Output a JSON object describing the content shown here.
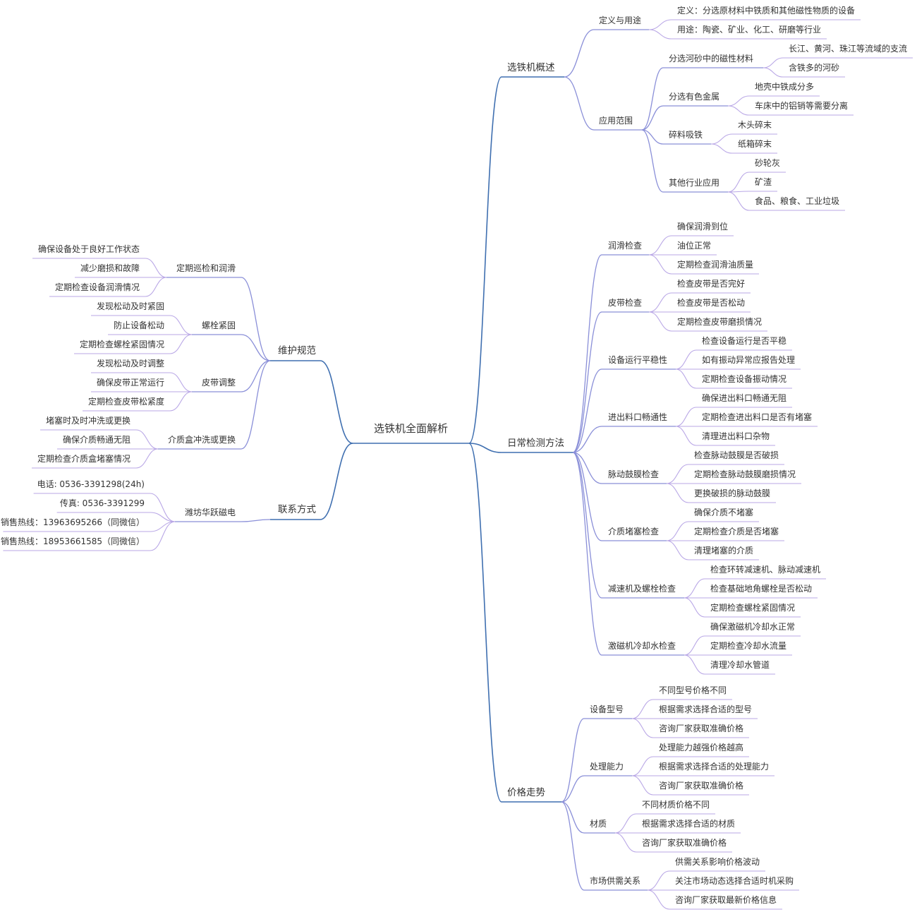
{
  "root": {
    "label": "选铁机全面解析",
    "children": [
      {
        "label": "选铁机概述",
        "children": [
          {
            "label": "定义与用途",
            "children": [
              {
                "label": "定义：分选原材料中铁质和其他磁性物质的设备"
              },
              {
                "label": "用途：陶瓷、矿业、化工、研磨等行业"
              }
            ]
          },
          {
            "label": "应用范围",
            "children": [
              {
                "label": "分选河砂中的磁性材料",
                "children": [
                  {
                    "label": "长江、黄河、珠江等流域的支流"
                  },
                  {
                    "label": "含铁多的河砂"
                  }
                ]
              },
              {
                "label": "分选有色金属",
                "children": [
                  {
                    "label": "地壳中铁成分多"
                  },
                  {
                    "label": "车床中的铝销等需要分离"
                  }
                ]
              },
              {
                "label": "碎料吸铁",
                "children": [
                  {
                    "label": "木头碎末"
                  },
                  {
                    "label": "纸箱碎末"
                  }
                ]
              },
              {
                "label": "其他行业应用",
                "children": [
                  {
                    "label": "砂轮灰"
                  },
                  {
                    "label": "矿渣"
                  },
                  {
                    "label": "食品、粮食、工业垃圾"
                  }
                ]
              }
            ]
          }
        ]
      },
      {
        "label": "日常检测方法",
        "children": [
          {
            "label": "润滑检查",
            "children": [
              {
                "label": "确保润滑到位"
              },
              {
                "label": "油位正常"
              },
              {
                "label": "定期检查润滑油质量"
              }
            ]
          },
          {
            "label": "皮带检查",
            "children": [
              {
                "label": "检查皮带是否完好"
              },
              {
                "label": "检查皮带是否松动"
              },
              {
                "label": "定期检查皮带磨损情况"
              }
            ]
          },
          {
            "label": "设备运行平稳性",
            "children": [
              {
                "label": "检查设备运行是否平稳"
              },
              {
                "label": "如有振动异常应报告处理"
              },
              {
                "label": "定期检查设备振动情况"
              }
            ]
          },
          {
            "label": "进出料口畅通性",
            "children": [
              {
                "label": "确保进出料口畅通无阻"
              },
              {
                "label": "定期检查进出料口是否有堵塞"
              },
              {
                "label": "清理进出料口杂物"
              }
            ]
          },
          {
            "label": "脉动鼓膜检查",
            "children": [
              {
                "label": "检查脉动鼓膜是否破损"
              },
              {
                "label": "定期检查脉动鼓膜磨损情况"
              },
              {
                "label": "更换破损的脉动鼓膜"
              }
            ]
          },
          {
            "label": "介质堵塞检查",
            "children": [
              {
                "label": "确保介质不堵塞"
              },
              {
                "label": "定期检查介质是否堵塞"
              },
              {
                "label": "清理堵塞的介质"
              }
            ]
          },
          {
            "label": "减速机及螺栓检查",
            "children": [
              {
                "label": "检查环转减速机、脉动减速机"
              },
              {
                "label": "检查基础地角螺栓是否松动"
              },
              {
                "label": "定期检查螺栓紧固情况"
              }
            ]
          },
          {
            "label": "激磁机冷却水检查",
            "children": [
              {
                "label": "确保激磁机冷却水正常"
              },
              {
                "label": "定期检查冷却水流量"
              },
              {
                "label": "清理冷却水管道"
              }
            ]
          }
        ]
      },
      {
        "label": "价格走势",
        "children": [
          {
            "label": "设备型号",
            "children": [
              {
                "label": "不同型号价格不同"
              },
              {
                "label": "根据需求选择合适的型号"
              },
              {
                "label": "咨询厂家获取准确价格"
              }
            ]
          },
          {
            "label": "处理能力",
            "children": [
              {
                "label": "处理能力越强价格越高"
              },
              {
                "label": "根据需求选择合适的处理能力"
              },
              {
                "label": "咨询厂家获取准确价格"
              }
            ]
          },
          {
            "label": "材质",
            "children": [
              {
                "label": "不同材质价格不同"
              },
              {
                "label": "根据需求选择合适的材质"
              },
              {
                "label": "咨询厂家获取准确价格"
              }
            ]
          },
          {
            "label": "市场供需关系",
            "children": [
              {
                "label": "供需关系影响价格波动"
              },
              {
                "label": "关注市场动态选择合适时机采购"
              },
              {
                "label": "咨询厂家获取最新价格信息"
              }
            ]
          }
        ]
      },
      {
        "label": "维护规范",
        "children": [
          {
            "label": "定期巡检和润滑",
            "children": [
              {
                "label": "确保设备处于良好工作状态"
              },
              {
                "label": "减少磨损和故障"
              },
              {
                "label": "定期检查设备润滑情况"
              }
            ]
          },
          {
            "label": "螺栓紧固",
            "children": [
              {
                "label": "发现松动及时紧固"
              },
              {
                "label": "防止设备松动"
              },
              {
                "label": "定期检查螺栓紧固情况"
              }
            ]
          },
          {
            "label": "皮带调整",
            "children": [
              {
                "label": "发现松动及时调整"
              },
              {
                "label": "确保皮带正常运行"
              },
              {
                "label": "定期检查皮带松紧度"
              }
            ]
          },
          {
            "label": "介质盒冲洗或更换",
            "children": [
              {
                "label": "堵塞时及时冲洗或更换"
              },
              {
                "label": "确保介质畅通无阻"
              },
              {
                "label": "定期检查介质盒堵塞情况"
              }
            ]
          }
        ]
      },
      {
        "label": "联系方式",
        "children": [
          {
            "label": "潍坊华跃磁电",
            "children": [
              {
                "label": "电话: 0536-3391298(24h)"
              },
              {
                "label": "传真: 0536-3391299"
              },
              {
                "label": "销售热线：13963695266（同微信）"
              },
              {
                "label": "销售热线：18953661585（同微信）"
              }
            ]
          }
        ]
      }
    ]
  },
  "colors": {
    "branch_line": "#3f6fb0",
    "sub_line": "#8a8fd8",
    "leaf_line": "#b9a7e6",
    "text": "#333333",
    "background": "#ffffff"
  }
}
